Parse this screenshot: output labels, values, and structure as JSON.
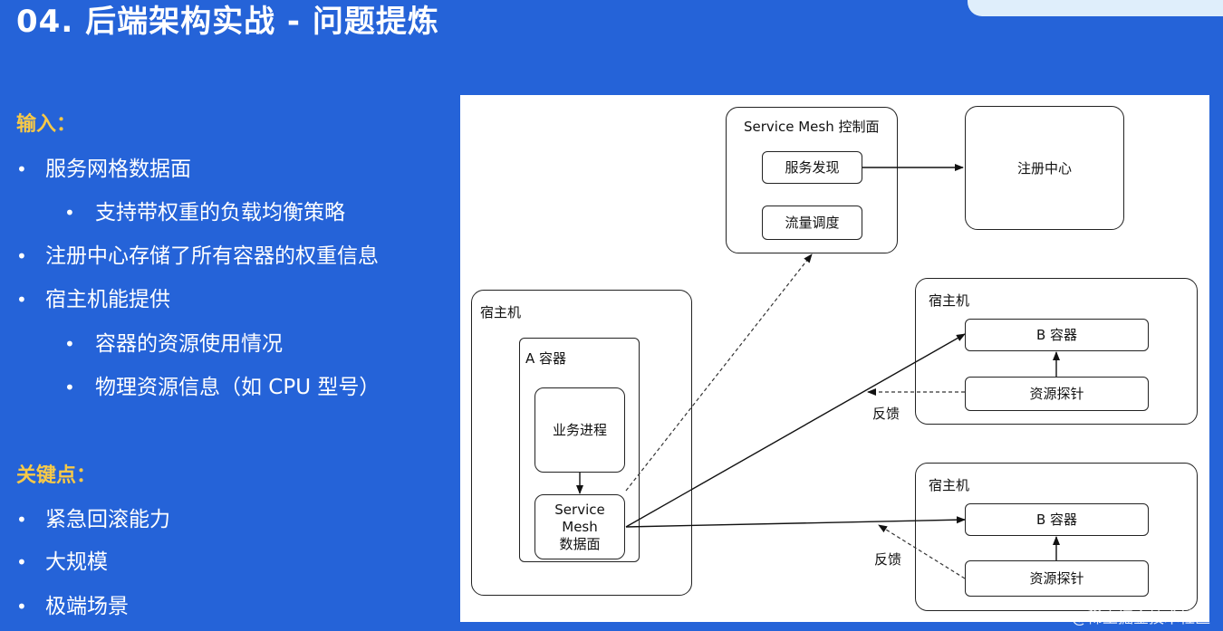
{
  "slide": {
    "title": "04.  后端架构实战 - 问题提炼",
    "input_heading": "输入：",
    "input_items": [
      "服务网格数据面",
      "支持带权重的负载均衡策略",
      "注册中心存储了所有容器的权重信息",
      "宿主机能提供",
      "容器的资源使用情况",
      "物理资源信息（如 CPU 型号）"
    ],
    "keypoints_heading": "关键点：",
    "keypoints": [
      "紧急回滚能力",
      "大规模",
      "极端场景"
    ]
  },
  "diagram": {
    "control_plane_title": "Service Mesh 控制面",
    "service_discovery": "服务发现",
    "traffic_scheduling": "流量调度",
    "registry": "注册中心",
    "host_left": "宿主机",
    "container_a": "A 容器",
    "business_process": "业务进程",
    "data_plane": "Service\nMesh\n数据面",
    "host_top_right": "宿主机",
    "container_b1": "B 容器",
    "probe1": "资源探针",
    "feedback1": "反馈",
    "host_bottom_right": "宿主机",
    "container_b2": "B 容器",
    "probe2": "资源探针",
    "feedback2": "反馈"
  },
  "watermark": "@稀土掘金技术社区"
}
